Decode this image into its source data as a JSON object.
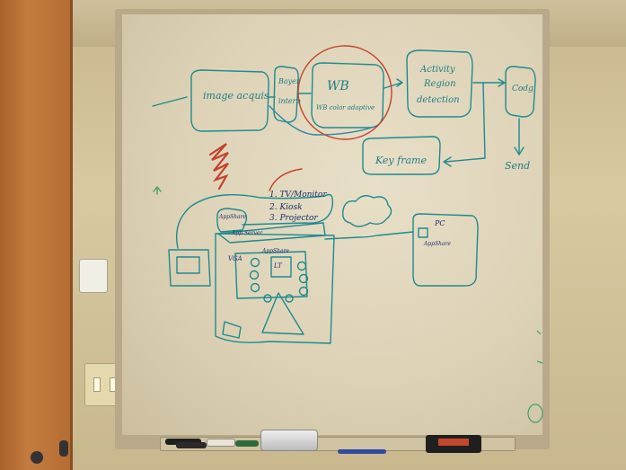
{
  "scene": {
    "labels": {
      "image_acquisition": "image acquis",
      "bayer": "Bayer",
      "interp": "interp",
      "wb": "WB",
      "wb_sub": "WB color adaptive",
      "activity": "Activity",
      "region": "Region",
      "detection": "detection",
      "coding": "Codg",
      "send": "Send",
      "keyframe": "Key frame",
      "list_1": "1. TV/Monitor",
      "list_2": "2. Kiosk",
      "list_3": "3. Projector",
      "appshare_top": "AppShare",
      "app_server": "App Server",
      "appshare_room": "AppShare",
      "lt": "LT",
      "vga": "VGA",
      "pc": "PC",
      "appshare_pc": "AppShare"
    },
    "colors": {
      "ink_teal": "#1f8a8f",
      "ink_red": "#c2432a",
      "ink_blue": "#1b2e6a",
      "ink_green": "#3aa36a"
    },
    "icons": [
      "light-switch-icon",
      "thermostat-icon",
      "eraser-icon",
      "marker-icon",
      "spray-bottle-icon",
      "door-knob-icon",
      "cloud-icon"
    ]
  }
}
